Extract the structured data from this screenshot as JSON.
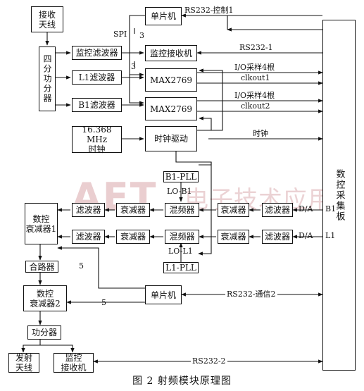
{
  "blocks": {
    "rx_antenna": "接收\n天线",
    "splitter4": "四分功分器",
    "monitor_filter": "监控滤波器",
    "l1_filter": "L1滤波器",
    "b1_filter": "B1滤波器",
    "mcu_top": "单片机",
    "monitor_receiver_top": "监控接收机",
    "max2769_1": "MAX2769",
    "max2769_2": "MAX2769",
    "clock_source": "16.368 MHz\n时钟",
    "clock_driver": "时钟驱动",
    "b1_pll": "B1-PLL",
    "lo_b1": "LO-B1",
    "digital_attenuator_1": "数控\n衰减器1",
    "filter_u1": "滤波器",
    "attenuator_u1": "衰减器",
    "mixer_u": "混频器",
    "attenuator_u2": "衰减器",
    "filter_u2": "滤波器",
    "filter_l1": "滤波器",
    "attenuator_l1": "衰减器",
    "mixer_l": "混频器",
    "attenuator_l2": "衰减器",
    "filter_l2": "滤波器",
    "lo_l1": "LO-L1",
    "l1_pll": "L1-PLL",
    "combiner": "合路器",
    "digital_attenuator_2": "数控\n衰减器2",
    "mcu_bottom": "单片机",
    "power_divider": "功分器",
    "tx_antenna": "发射\n天线",
    "monitor_receiver_bottom": "监控\n接收机",
    "daq_board": "数控采集板"
  },
  "labels": {
    "spi": "SPI",
    "bus3_a": "3",
    "bus3_b": "3",
    "rs232_ctrl1": "RS232-控制1",
    "rs232_1": "RS232-1",
    "io_sample_1": "I/O采样4根",
    "clkout1": "clkout1",
    "io_sample_2": "I/O采样4根",
    "clkout2": "clkout2",
    "clock": "时钟",
    "da_b1": "D/A",
    "b1_tag": "B1",
    "da_l1": "D/A",
    "l1_tag": "L1",
    "bus5_a": "5",
    "bus5_b": "5",
    "rs232_comm2": "RS232-通信2",
    "rs232_2": "RS232-2"
  },
  "watermark": {
    "logo": "AET",
    "text": "电子技术应用"
  },
  "caption": "图 2   射频模块原理图"
}
